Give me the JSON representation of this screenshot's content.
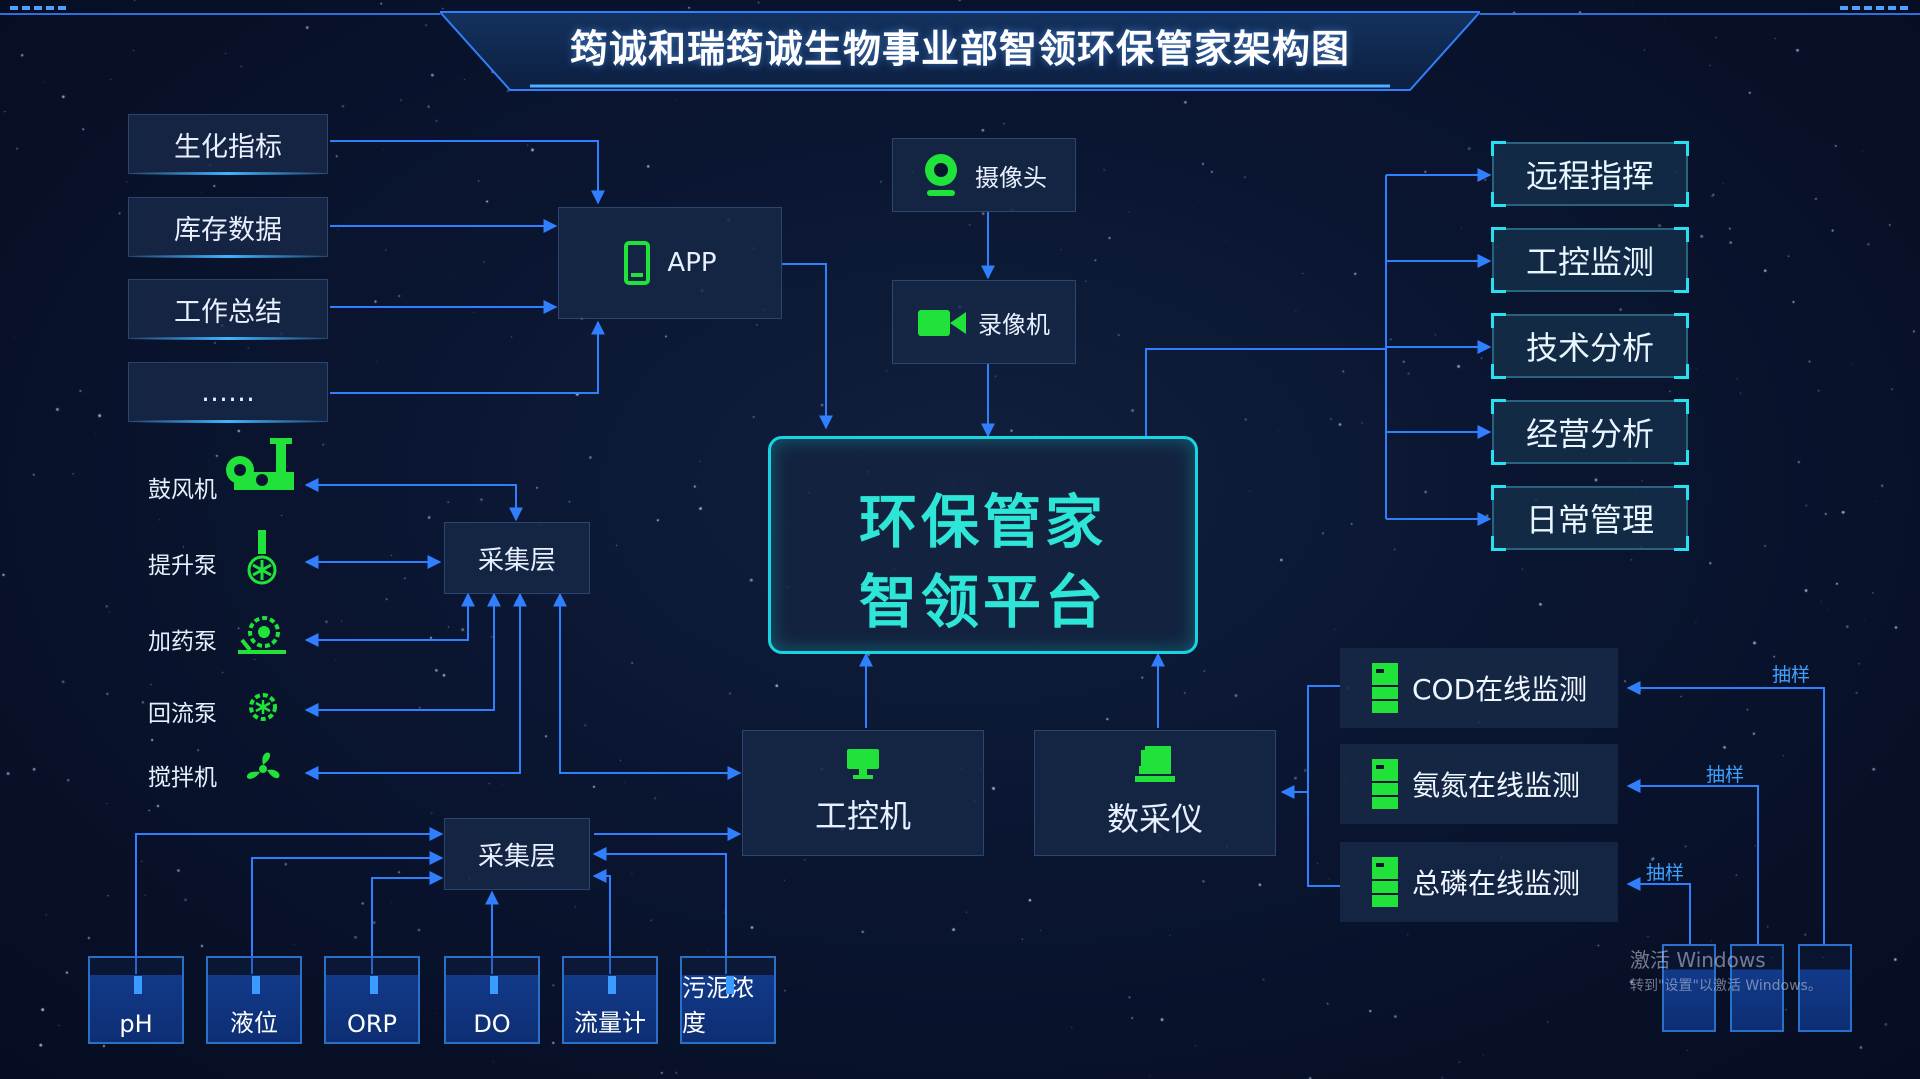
{
  "title": "筠诚和瑞筠诚生物事业部智领环保管家架构图",
  "left_inputs": [
    "生化指标",
    "库存数据",
    "工作总结",
    "……"
  ],
  "app": {
    "label": "APP",
    "icon": "phone-icon"
  },
  "camera": {
    "label": "摄像头",
    "icon": "webcam-icon"
  },
  "recorder": {
    "label": "录像机",
    "icon": "video-camera-icon"
  },
  "core": {
    "line1": "环保管家",
    "line2": "智领平台"
  },
  "right_outputs": [
    "远程指挥",
    "工控监测",
    "技术分析",
    "经营分析",
    "日常管理"
  ],
  "devices": [
    {
      "label": "鼓风机",
      "icon": "blower-icon"
    },
    {
      "label": "提升泵",
      "icon": "lift-pump-icon"
    },
    {
      "label": "加药泵",
      "icon": "dosing-pump-icon"
    },
    {
      "label": "回流泵",
      "icon": "return-pump-icon"
    },
    {
      "label": "搅拌机",
      "icon": "mixer-icon"
    }
  ],
  "collect_layer_top": "采集层",
  "collect_layer_bottom": "采集层",
  "ipc": {
    "label": "工控机",
    "icon": "monitor-icon"
  },
  "daq": {
    "label": "数采仪",
    "icon": "data-acquisition-icon"
  },
  "sensors": [
    "pH",
    "液位",
    "ORP",
    "DO",
    "流量计",
    "污泥浓度"
  ],
  "monitors": [
    {
      "label": "COD在线监测",
      "sample": "抽样"
    },
    {
      "label": "氨氮在线监测",
      "sample": "抽样"
    },
    {
      "label": "总磷在线监测",
      "sample": "抽样"
    }
  ],
  "watermark": {
    "line1": "激活 Windows",
    "line2": "转到\"设置\"以激活 Windows。"
  },
  "colors": {
    "background": "#0a1530",
    "line": "#2f7fff",
    "core_border": "#19d4e0",
    "core_text": "#2ee6d8",
    "icon_green": "#21e23a",
    "accent_cyan": "#29e0f0"
  }
}
